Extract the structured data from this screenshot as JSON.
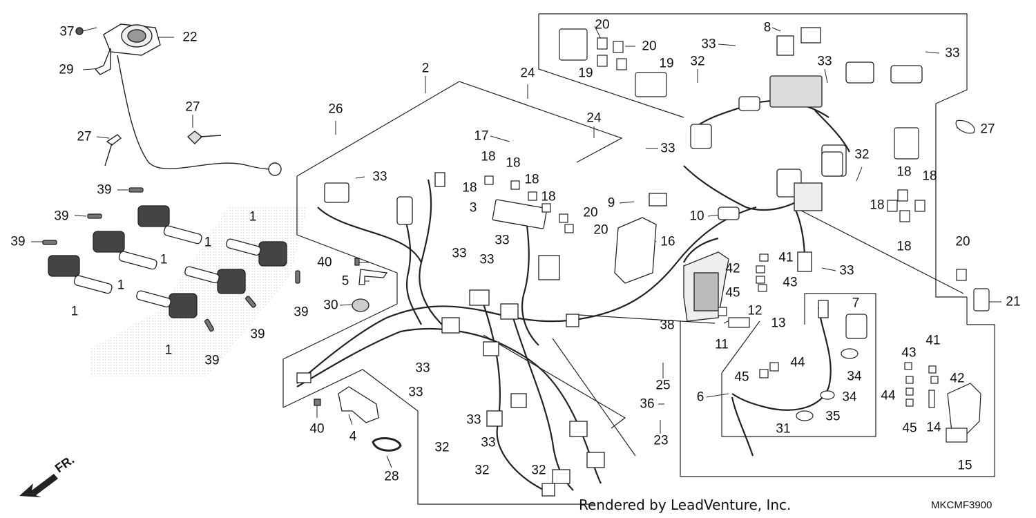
{
  "diagram": {
    "drawing_code": "MKCMF3900",
    "credit": "Rendered by LeadVenture, Inc.",
    "direction_label": "FR.",
    "callouts": [
      {
        "label": "37"
      },
      {
        "label": "22"
      },
      {
        "label": "29"
      },
      {
        "label": "27"
      },
      {
        "label": "27"
      },
      {
        "label": "26"
      },
      {
        "label": "2"
      },
      {
        "label": "39"
      },
      {
        "label": "39"
      },
      {
        "label": "39"
      },
      {
        "label": "1"
      },
      {
        "label": "1"
      },
      {
        "label": "1"
      },
      {
        "label": "1"
      },
      {
        "label": "1"
      },
      {
        "label": "1"
      },
      {
        "label": "39"
      },
      {
        "label": "39"
      },
      {
        "label": "39"
      },
      {
        "label": "40"
      },
      {
        "label": "5"
      },
      {
        "label": "30"
      },
      {
        "label": "33"
      },
      {
        "label": "40"
      },
      {
        "label": "4"
      },
      {
        "label": "28"
      },
      {
        "label": "24"
      },
      {
        "label": "24"
      },
      {
        "label": "17"
      },
      {
        "label": "18"
      },
      {
        "label": "18"
      },
      {
        "label": "18"
      },
      {
        "label": "18"
      },
      {
        "label": "18"
      },
      {
        "label": "3"
      },
      {
        "label": "20"
      },
      {
        "label": "20"
      },
      {
        "label": "33"
      },
      {
        "label": "33"
      },
      {
        "label": "33"
      },
      {
        "label": "33"
      },
      {
        "label": "33"
      },
      {
        "label": "33"
      },
      {
        "label": "32"
      },
      {
        "label": "33"
      },
      {
        "label": "32"
      },
      {
        "label": "32"
      },
      {
        "label": "20"
      },
      {
        "label": "20"
      },
      {
        "label": "19"
      },
      {
        "label": "19"
      },
      {
        "label": "8"
      },
      {
        "label": "33"
      },
      {
        "label": "33"
      },
      {
        "label": "33"
      },
      {
        "label": "32"
      },
      {
        "label": "33"
      },
      {
        "label": "9"
      },
      {
        "label": "10"
      },
      {
        "label": "16"
      },
      {
        "label": "33"
      },
      {
        "label": "41"
      },
      {
        "label": "42"
      },
      {
        "label": "43"
      },
      {
        "label": "45"
      },
      {
        "label": "12"
      },
      {
        "label": "13"
      },
      {
        "label": "11"
      },
      {
        "label": "38"
      },
      {
        "label": "25"
      },
      {
        "label": "36"
      },
      {
        "label": "23"
      },
      {
        "label": "7"
      },
      {
        "label": "44"
      },
      {
        "label": "45"
      },
      {
        "label": "34"
      },
      {
        "label": "6"
      },
      {
        "label": "34"
      },
      {
        "label": "35"
      },
      {
        "label": "31"
      },
      {
        "label": "27"
      },
      {
        "label": "32"
      },
      {
        "label": "18"
      },
      {
        "label": "18"
      },
      {
        "label": "18"
      },
      {
        "label": "18"
      },
      {
        "label": "20"
      },
      {
        "label": "21"
      },
      {
        "label": "43"
      },
      {
        "label": "41"
      },
      {
        "label": "42"
      },
      {
        "label": "44"
      },
      {
        "label": "45"
      },
      {
        "label": "14"
      },
      {
        "label": "15"
      }
    ]
  }
}
